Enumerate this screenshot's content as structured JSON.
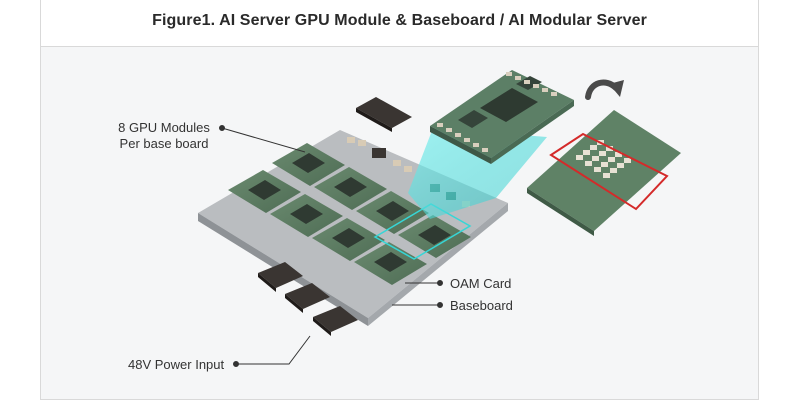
{
  "figure": {
    "title": "Figure1. AI Server GPU Module & Baseboard / AI Modular Server"
  },
  "callouts": {
    "gpu_modules_line1": "8 GPU Modules",
    "gpu_modules_line2": "Per base board",
    "oam_card": "OAM Card",
    "baseboard": "Baseboard",
    "power_input": "48V Power Input"
  },
  "colors": {
    "board_gray": "#b9bcbf",
    "module_green": "#5e7d63",
    "chip_dark": "#2f3a32",
    "highlight_cyan": "#36d6d6",
    "zoom_outline_red": "#d42a2a",
    "connector_dark": "#3a3532"
  },
  "icons": {
    "rotate_arrow": "curved-arrow-icon"
  }
}
